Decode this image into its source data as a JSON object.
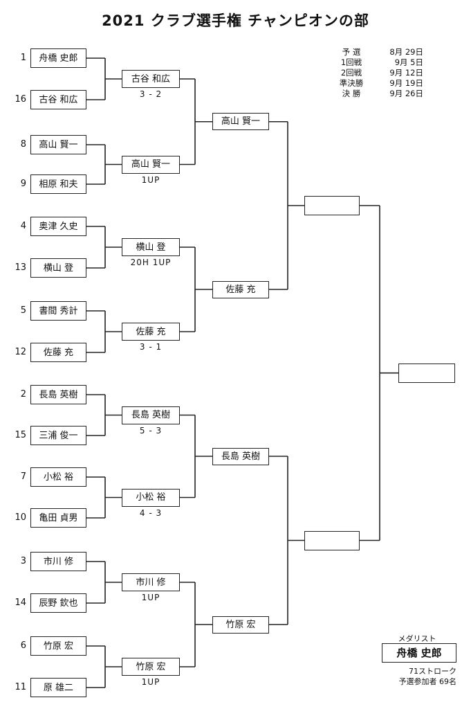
{
  "title": "2021  クラブ選手権    チャンピオンの部",
  "schedule": [
    {
      "label": "予  選",
      "date": "8月 29日"
    },
    {
      "label": "1回戦",
      "date": "9月 5日"
    },
    {
      "label": "2回戦",
      "date": "9月 12日"
    },
    {
      "label": "準決勝",
      "date": "9月 19日"
    },
    {
      "label": "決  勝",
      "date": "9月 26日"
    }
  ],
  "round1": [
    {
      "seed": "1",
      "name": "舟橋  史郎"
    },
    {
      "seed": "16",
      "name": "古谷  和広"
    },
    {
      "seed": "8",
      "name": "高山  賢一"
    },
    {
      "seed": "9",
      "name": "相原  和夫"
    },
    {
      "seed": "4",
      "name": "奥津  久史"
    },
    {
      "seed": "13",
      "name": "横山  登"
    },
    {
      "seed": "5",
      "name": "書間  秀計"
    },
    {
      "seed": "12",
      "name": "佐藤  充"
    },
    {
      "seed": "2",
      "name": "長島  英樹"
    },
    {
      "seed": "15",
      "name": "三浦  俊一"
    },
    {
      "seed": "7",
      "name": "小松  裕"
    },
    {
      "seed": "10",
      "name": "亀田  貞男"
    },
    {
      "seed": "3",
      "name": "市川  修"
    },
    {
      "seed": "14",
      "name": "辰野  欽也"
    },
    {
      "seed": "6",
      "name": "竹原  宏"
    },
    {
      "seed": "11",
      "name": "原  雄二"
    }
  ],
  "round2": [
    {
      "name": "古谷  和広",
      "score": "3 - 2"
    },
    {
      "name": "高山  賢一",
      "score": "1UP"
    },
    {
      "name": "横山  登",
      "score": "20H  1UP"
    },
    {
      "name": "佐藤  充",
      "score": "3 - 1"
    },
    {
      "name": "長島  英樹",
      "score": "5 - 3"
    },
    {
      "name": "小松  裕",
      "score": "4 - 3"
    },
    {
      "name": "市川  修",
      "score": "1UP"
    },
    {
      "name": "竹原  宏",
      "score": "1UP"
    }
  ],
  "round3": [
    {
      "name": "高山 賢一"
    },
    {
      "name": "佐藤 充"
    },
    {
      "name": "長島 英樹"
    },
    {
      "name": "竹原 宏"
    }
  ],
  "semifinal": [
    {
      "name": ""
    },
    {
      "name": ""
    }
  ],
  "final": {
    "name": ""
  },
  "medalist": {
    "heading": "メダリスト",
    "name": "舟橋  史郎",
    "stroke": "71ストローク",
    "participants": "予選参加者  69名"
  }
}
